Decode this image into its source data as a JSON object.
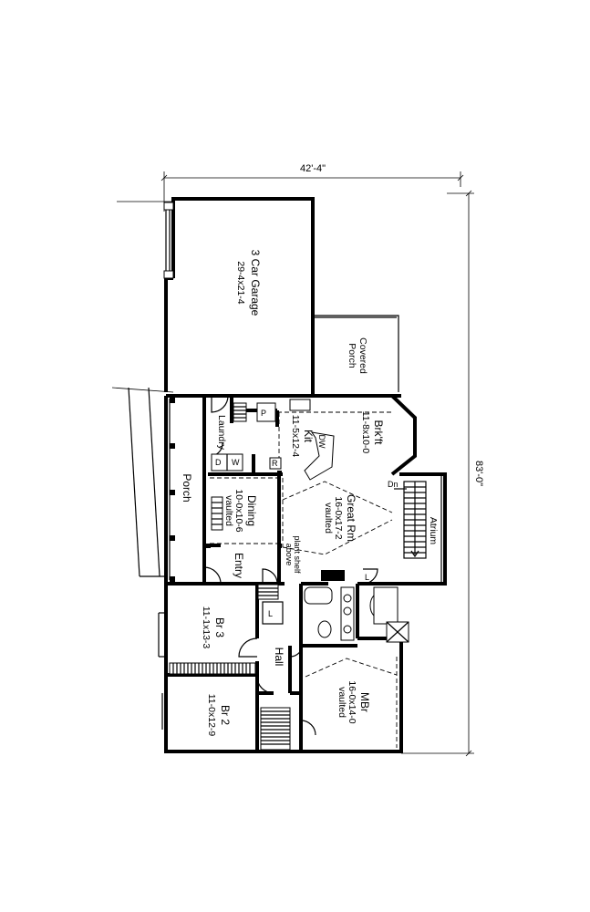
{
  "dimensions": {
    "width": "42'-4\"",
    "depth": "83'-0\""
  },
  "rooms": {
    "garage": {
      "name": "3 Car Garage",
      "size": "29-4x21-4"
    },
    "covered_porch": {
      "line1": "Covered",
      "line2": "Porch"
    },
    "brkft": {
      "name": "Brk'ft",
      "size": "11-8x10-0"
    },
    "kit": {
      "name": "Kit",
      "size": "11-5x12-4"
    },
    "laundry": {
      "name": "Laundry"
    },
    "porch": {
      "name": "Porch"
    },
    "dining": {
      "name": "Dining",
      "size": "10-0x10-6",
      "note": "vaulted"
    },
    "great_rm": {
      "name": "Great Rm",
      "size": "16-0x17-2",
      "note": "vaulted"
    },
    "atrium": {
      "name": "Atrium"
    },
    "entry": {
      "name": "Entry"
    },
    "br3": {
      "name": "Br 3",
      "size": "11-1x13-3"
    },
    "hall": {
      "name": "Hall"
    },
    "br2": {
      "name": "Br 2",
      "size": "11-0x12-9"
    },
    "mbr": {
      "name": "MBr",
      "size": "16-0x14-0",
      "note": "vaulted"
    }
  },
  "annotations": {
    "plant_shelf_1": "plant shelf",
    "plant_shelf_2": "above",
    "dn": "Dn",
    "pantry": "P",
    "dw": "DW",
    "ref": "R",
    "washer": "W",
    "dryer": "D",
    "linen_1": "L",
    "linen_2": "L"
  }
}
